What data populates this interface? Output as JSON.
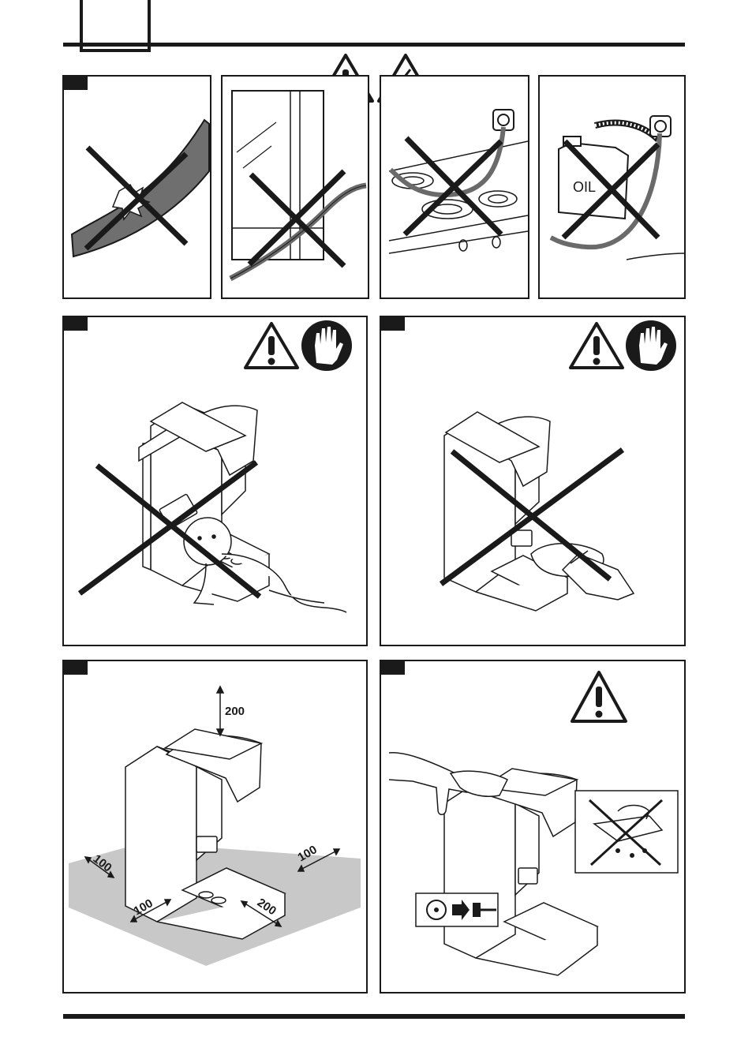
{
  "page": {
    "panels": {
      "oil_can": {
        "label": "OIL"
      },
      "clearance": {
        "top": "200",
        "left": "100",
        "front": "100",
        "right": "100",
        "back": "200"
      }
    }
  },
  "colors": {
    "ink": "#1a1a1a",
    "gray_cable": "#6a6a6a",
    "floor": "#c8c8c8"
  },
  "icons": [
    "warning-triangle-icon",
    "electric-hazard-icon",
    "stop-hand-icon",
    "cross-out-icon",
    "unplug-icon"
  ]
}
